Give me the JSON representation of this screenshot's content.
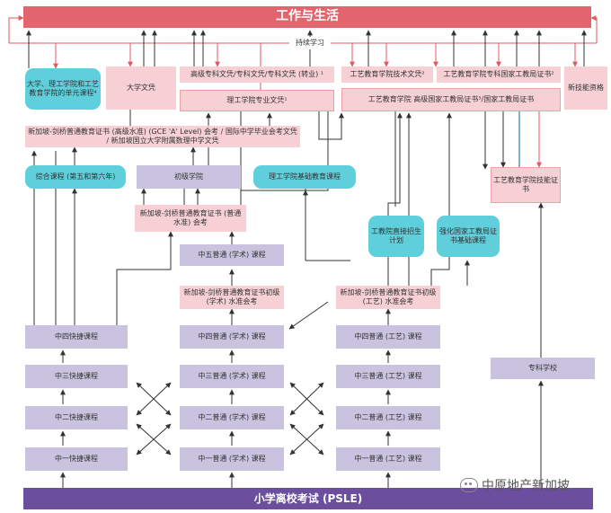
{
  "header": {
    "title": "工作与生活"
  },
  "lifelong": "持续学习",
  "footer": {
    "title": "小学离校考试 (PSLE)"
  },
  "watermark": "中原地产新加坡",
  "colors": {
    "banner": "#e2646d",
    "footer": "#6b4f9e",
    "pink": "#f6d0d4",
    "lavender": "#c9c3df",
    "teal": "#5fcfdc",
    "arrow_dark": "#333333",
    "arrow_red": "#e05a63",
    "arrow_blue": "#2a7fb8"
  },
  "boxes": {
    "uni_poly_ite": "大学、理工学院和工艺教育学院的单元课程⁴",
    "degree": "大学文凭",
    "higher_nitec": "高级专科文凭/专科文凭/专科文凭 (转业) ¹",
    "poly_diploma": "理工学院专业文凭¹",
    "ite_tech": "工艺教育学院技术文凭²",
    "ite_special": "工艺教育学院专科国家工教局证书²",
    "ite_nitec": "工艺教育学院 高级国家工教局证书³/国家工教局证书",
    "new_skills": "新技能资格",
    "a_level": "新加坡-剑桥普通教育证书 (高级水准) (GCE 'A' Level) 会考 / 国际中学毕业会考文凭 / 新加坡国立大学附属数理中学文凭",
    "integrated": "综合课程 (第五和第六年)",
    "jc": "初级学院",
    "poly_foundation": "理工学院基础教育课程",
    "ite_skills": "工艺教育学院技能证书",
    "o_level": "新加坡-剑桥普通教育证书 (普通水准) 会考",
    "ite_direct": "工教院直接招生计划",
    "nitec_foundation": "强化国家工教局证书基础课程",
    "sec5": "中五普通 (学术) 课程",
    "na_level": "新加坡-剑桥普通教育证书初级 (学术) 水准会考",
    "nt_level": "新加坡-剑桥普通教育证书初级 (工艺) 水准会考",
    "express4": "中四快捷课程",
    "express3": "中三快捷课程",
    "express2": "中二快捷课程",
    "express1": "中一快捷课程",
    "na4": "中四普通 (学术) 课程",
    "na3": "中三普通 (学术) 课程",
    "na2": "中二普通 (学术) 课程",
    "na1": "中一普通 (学术) 课程",
    "nt4": "中四普通 (工艺) 课程",
    "nt3": "中三普通 (工艺) 课程",
    "nt2": "中二普通 (工艺) 课程",
    "nt1": "中一普通 (工艺) 课程",
    "specialised": "专科学校"
  }
}
